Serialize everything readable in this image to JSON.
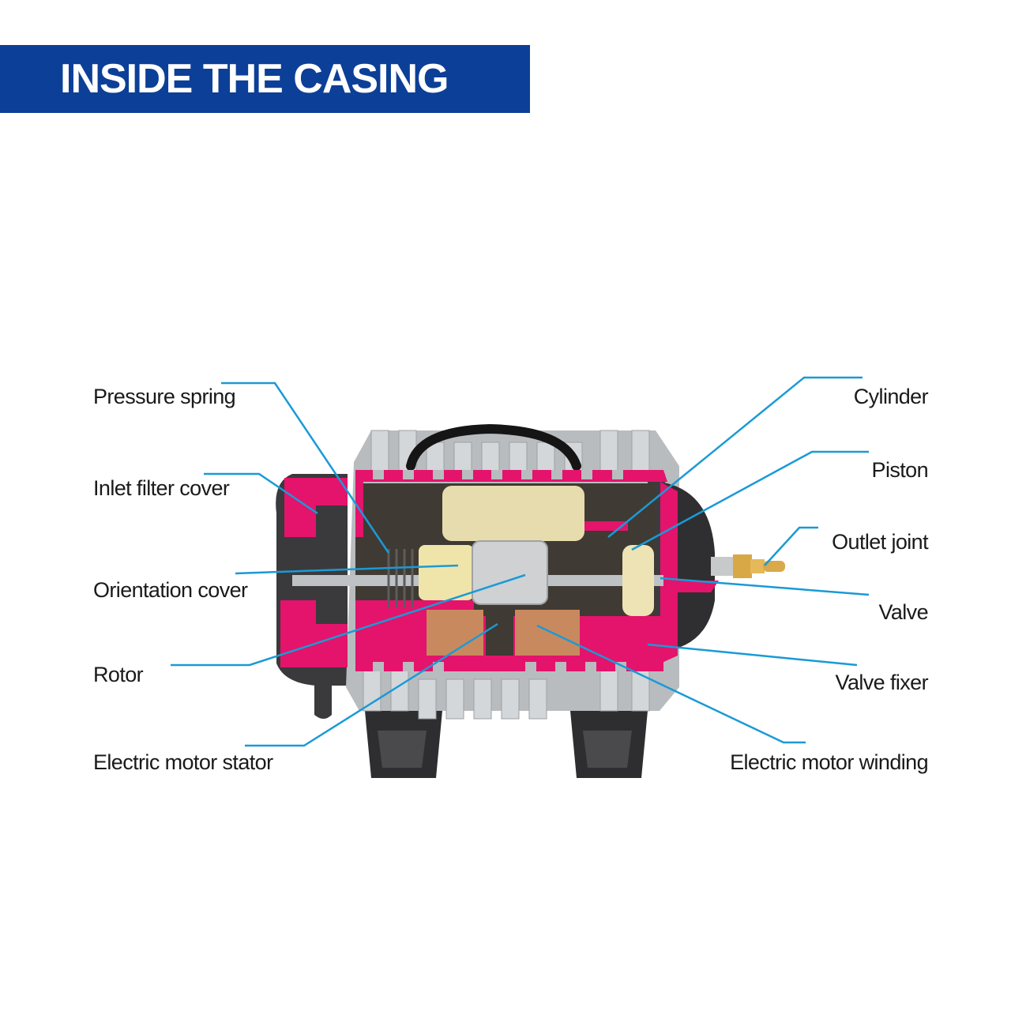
{
  "banner": {
    "title": "INSIDE THE CASING",
    "background_color": "#0c3f97",
    "text_color": "#ffffff"
  },
  "colors": {
    "leader_line": "#1a9ad6",
    "cutaway_section": "#e4136c",
    "casing_metal": "#b8bcbf",
    "winding_copper": "#c9895e",
    "piston_body": "#eee3b4"
  },
  "labels": {
    "left": [
      "Pressure spring",
      "Inlet filter cover",
      "Orientation cover",
      "Rotor",
      "Electric motor stator"
    ],
    "right": [
      "Cylinder",
      "Piston",
      "Outlet joint",
      "Valve",
      "Valve fixer",
      "Electric motor winding"
    ]
  }
}
